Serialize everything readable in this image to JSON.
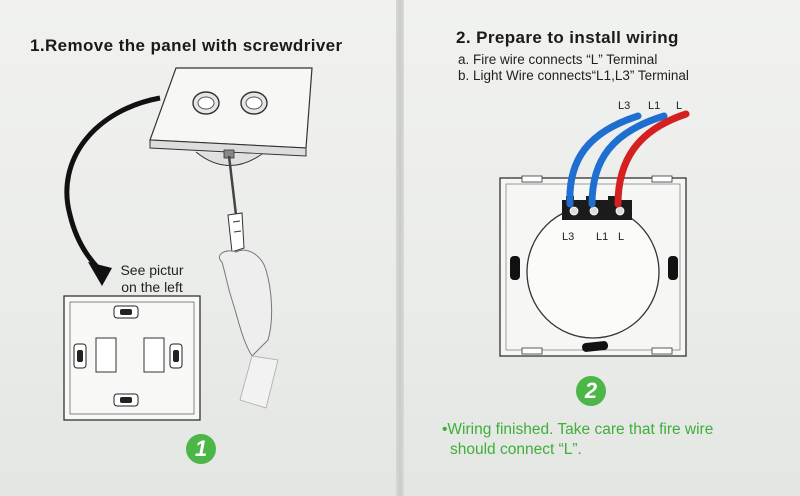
{
  "left": {
    "step_title": "1.Remove the panel with screwdriver",
    "callout_line1": "See pictur",
    "callout_line2": "on the left",
    "badge": "1"
  },
  "right": {
    "step_title": "2. Prepare to install wiring",
    "line_a": "a. Fire wire connects “L” Terminal",
    "line_b": "b. Light Wire connects“L1,L3” Terminal",
    "wire_labels": {
      "l3": "L3",
      "l1": "L1",
      "l": "L"
    },
    "terminal_labels": {
      "l3": "L3",
      "l1": "L1",
      "l": "L"
    },
    "badge": "2",
    "note_line1": "•Wiring finished. Take care that fire wire",
    "note_line2": "should connect “L”."
  },
  "colors": {
    "accent_green": "#4cb648",
    "wire_blue": "#1e6fd0",
    "wire_red": "#d42020"
  }
}
